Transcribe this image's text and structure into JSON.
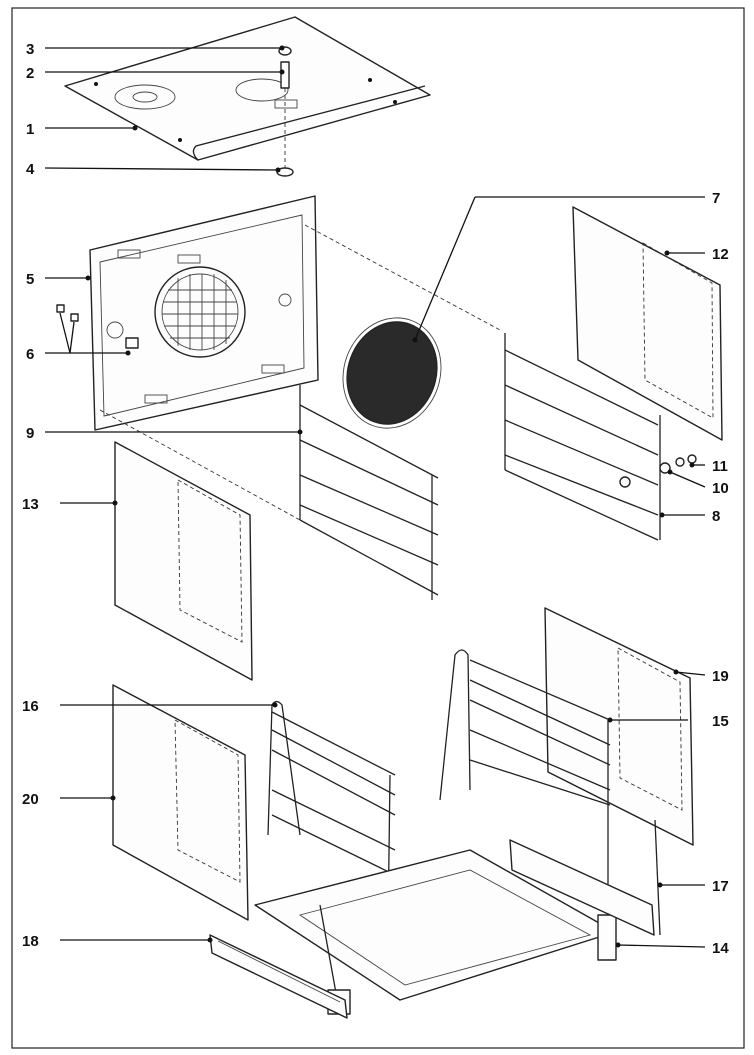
{
  "callouts": [
    {
      "id": "3",
      "text": "3"
    },
    {
      "id": "2",
      "text": "2"
    },
    {
      "id": "1",
      "text": "1"
    },
    {
      "id": "4",
      "text": "4"
    },
    {
      "id": "5",
      "text": "5"
    },
    {
      "id": "6",
      "text": "6"
    },
    {
      "id": "7",
      "text": "7"
    },
    {
      "id": "12",
      "text": "12"
    },
    {
      "id": "9",
      "text": "9"
    },
    {
      "id": "11",
      "text": "11"
    },
    {
      "id": "10",
      "text": "10"
    },
    {
      "id": "8",
      "text": "8"
    },
    {
      "id": "13",
      "text": "13"
    },
    {
      "id": "19",
      "text": "19"
    },
    {
      "id": "16",
      "text": "16"
    },
    {
      "id": "15",
      "text": "15"
    },
    {
      "id": "20",
      "text": "20"
    },
    {
      "id": "17",
      "text": "17"
    },
    {
      "id": "18",
      "text": "18"
    },
    {
      "id": "14",
      "text": "14"
    }
  ]
}
